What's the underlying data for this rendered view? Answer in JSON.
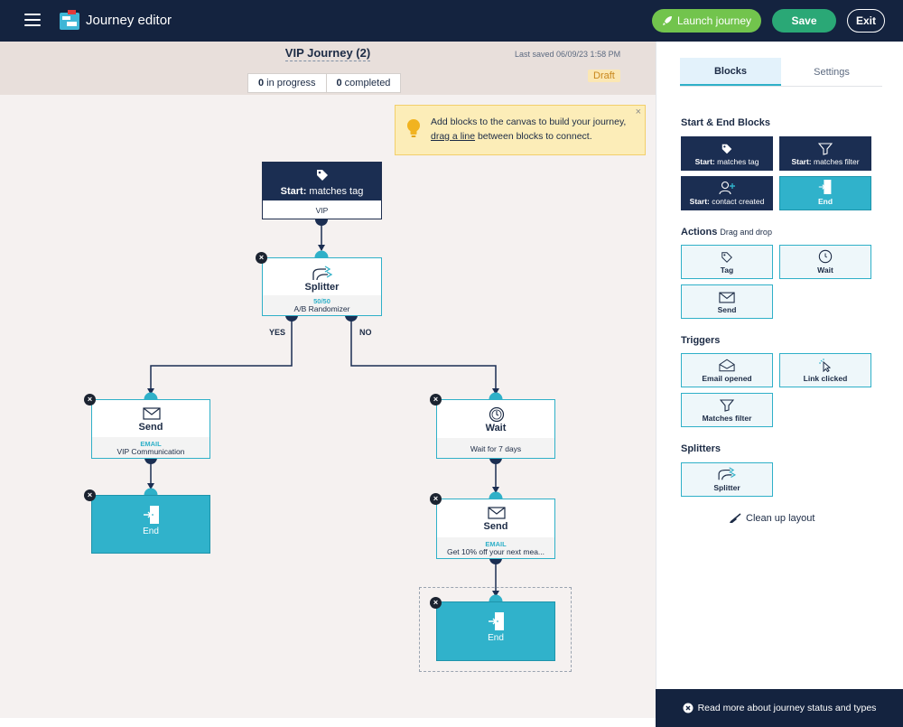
{
  "app": {
    "title": "Journey editor"
  },
  "toolbar": {
    "launch_label": "Launch journey",
    "save_label": "Save",
    "exit_label": "Exit"
  },
  "journey": {
    "name": "VIP Journey (2)",
    "last_saved": "Last saved 06/09/23 1:58 PM",
    "in_progress_count": "0",
    "in_progress_label": "in progress",
    "completed_count": "0",
    "completed_label": "completed",
    "status": "Draft"
  },
  "tip": {
    "text_before": "Add blocks to the canvas to build your journey, ",
    "link": "drag a line",
    "text_after": " between blocks to connect.",
    "close": "×"
  },
  "canvas": {
    "start": {
      "title_bold": "Start:",
      "title_rest": " matches tag",
      "value": "VIP"
    },
    "splitter": {
      "title": "Splitter",
      "ratio": "50/50",
      "subtitle": "A/B Randomizer"
    },
    "branch_yes": "YES",
    "branch_no": "NO",
    "send_left": {
      "title": "Send",
      "tag": "EMAIL",
      "subtitle": "VIP Communication"
    },
    "end_left": {
      "label": "End"
    },
    "wait": {
      "title": "Wait",
      "subtitle": "Wait for 7 days"
    },
    "send_right": {
      "title": "Send",
      "tag": "EMAIL",
      "subtitle": "Get 10% off your next mea..."
    },
    "end_right": {
      "label": "End"
    },
    "remove_symbol": "×"
  },
  "panel": {
    "tabs": [
      {
        "label": "Blocks",
        "active": true
      },
      {
        "label": "Settings",
        "active": false
      }
    ],
    "start_end_title": "Start & End Blocks",
    "start_end_blocks": [
      {
        "label_bold": "Start:",
        "label_rest": " matches tag",
        "icon": "tag-icon"
      },
      {
        "label_bold": "Start:",
        "label_rest": " matches filter",
        "icon": "filter-icon"
      },
      {
        "label_bold": "Start:",
        "label_rest": " contact created",
        "icon": "person-add-icon"
      },
      {
        "label_bold": "End",
        "label_rest": "",
        "icon": "exit-door-icon"
      }
    ],
    "actions_title": "Actions",
    "actions_hint": "Drag and drop",
    "actions": [
      {
        "label": "Tag"
      },
      {
        "label": "Wait"
      },
      {
        "label": "Send"
      }
    ],
    "triggers_title": "Triggers",
    "triggers": [
      {
        "label": "Email opened"
      },
      {
        "label": "Link clicked"
      },
      {
        "label": "Matches filter"
      }
    ],
    "splitters_title": "Splitters",
    "splitters": [
      {
        "label": "Splitter"
      }
    ],
    "cleanup_label": "Clean up layout"
  },
  "footer": {
    "info_label": "Read more about journey status and types"
  },
  "colors": {
    "navy": "#14233f",
    "teal": "#30b2cb",
    "launch_green": "#72c44d",
    "save_green": "#2aa876",
    "canvas_bg": "#f5f1f0"
  }
}
